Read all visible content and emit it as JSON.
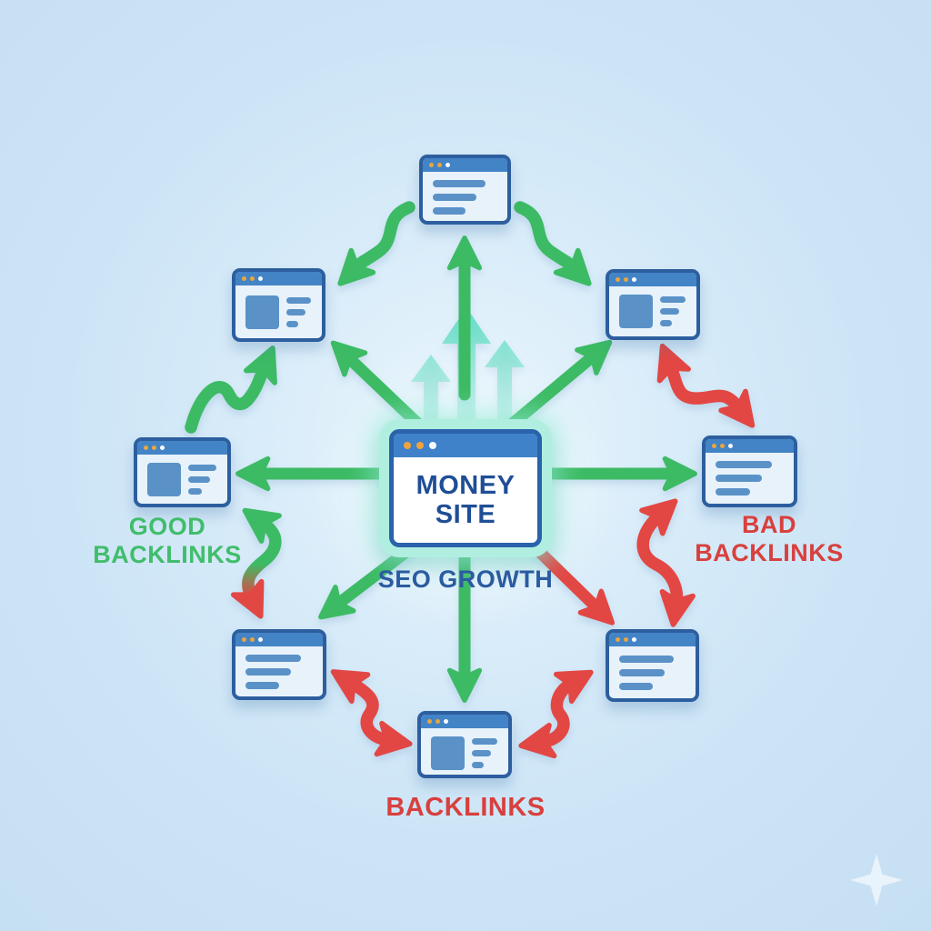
{
  "diagram": {
    "title": "SEO backlinks diagram",
    "center_node": {
      "id": "money-site",
      "label": "MONEY SITE",
      "caption": "SEO GROWTH",
      "icon": "browser-window-icon"
    },
    "group_labels": {
      "good": "GOOD BACKLINKS",
      "bad": "BAD BACKLINKS",
      "backlinks": "BACKLINKS"
    },
    "nodes": [
      {
        "id": "site-top",
        "icon": "browser-window-icon",
        "content": "text-lines"
      },
      {
        "id": "site-top-left",
        "icon": "browser-window-icon",
        "content": "image-and-text"
      },
      {
        "id": "site-top-right",
        "icon": "browser-window-icon",
        "content": "image-and-text"
      },
      {
        "id": "site-left",
        "icon": "browser-window-icon",
        "content": "image-and-text"
      },
      {
        "id": "site-right",
        "icon": "browser-window-icon",
        "content": "text-lines"
      },
      {
        "id": "site-bottom-left",
        "icon": "browser-window-icon",
        "content": "text-lines"
      },
      {
        "id": "site-bottom-center",
        "icon": "browser-window-icon",
        "content": "image-and-text"
      },
      {
        "id": "site-bottom-right",
        "icon": "browser-window-icon",
        "content": "text-lines"
      }
    ],
    "links": [
      {
        "from": "money-site",
        "to": "site-top",
        "style": "straight",
        "color": "green"
      },
      {
        "from": "money-site",
        "to": "site-top-left",
        "style": "straight",
        "color": "green"
      },
      {
        "from": "money-site",
        "to": "site-top-right",
        "style": "straight",
        "color": "green"
      },
      {
        "from": "money-site",
        "to": "site-left",
        "style": "straight",
        "color": "green"
      },
      {
        "from": "money-site",
        "to": "site-right",
        "style": "straight",
        "color": "green"
      },
      {
        "from": "money-site",
        "to": "site-bottom-left",
        "style": "straight",
        "color": "green"
      },
      {
        "from": "money-site",
        "to": "site-bottom-center",
        "style": "straight",
        "color": "green"
      },
      {
        "from": "money-site",
        "to": "site-bottom-right",
        "style": "straight",
        "color": "red"
      },
      {
        "from": "site-top",
        "to": "site-top-left",
        "style": "curved",
        "color": "green"
      },
      {
        "from": "site-top",
        "to": "site-top-right",
        "style": "curved",
        "color": "green"
      },
      {
        "from": "site-left",
        "to": "site-top-left",
        "style": "curved",
        "color": "green"
      },
      {
        "from": "site-left",
        "to": "site-bottom-left",
        "style": "curved",
        "color": "green-to-red",
        "double_headed": true
      },
      {
        "from": "site-top-right",
        "to": "site-right",
        "style": "curved",
        "color": "red",
        "double_headed": true
      },
      {
        "from": "site-right",
        "to": "site-bottom-right",
        "style": "curved",
        "color": "red",
        "double_headed": true
      },
      {
        "from": "site-bottom-left",
        "to": "site-bottom-center",
        "style": "curved",
        "color": "red",
        "double_headed": true
      },
      {
        "from": "site-bottom-center",
        "to": "site-bottom-right",
        "style": "curved",
        "color": "red",
        "double_headed": true
      }
    ],
    "growth_arrows": {
      "count": 3,
      "color": "teal",
      "direction": "up"
    },
    "colors": {
      "background": "#cbe4f6",
      "good_green": "#3cbb64",
      "bad_red": "#e24744",
      "good_text": "#41bd6b",
      "bad_text": "#d8403e",
      "window_border": "#2d5f9f",
      "window_titlebar": "#4384c6",
      "window_body": "#e8f2fa",
      "window_content": "#5a92c8",
      "dot_orange": "#eaa53e",
      "dot_white": "#f7fbfe",
      "money_site_text": "#1f4e96",
      "seo_growth_text": "#2b5ba1",
      "growth_arrow_teal": "#5edcc0",
      "center_glow": "#b0efe0"
    },
    "icons": {
      "browser-window-icon": "stylized browser window",
      "sparkle-icon": "four-pointed star",
      "growth-arrow-icon": "upward arrow"
    }
  }
}
